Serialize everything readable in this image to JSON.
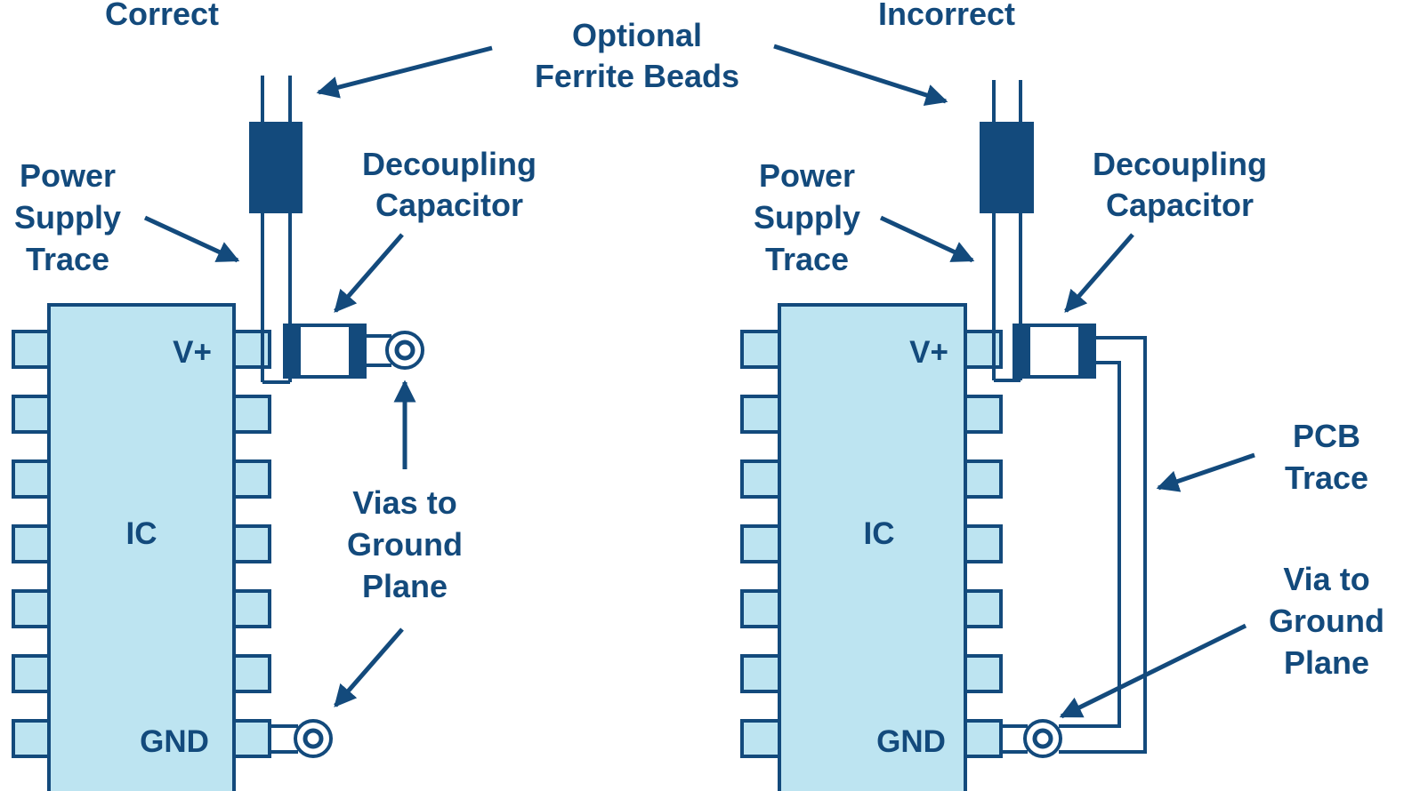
{
  "colors": {
    "outline": "#134a7c",
    "chip_fill": "#bde4f1",
    "background": "#ffffff"
  },
  "headings": {
    "correct": "Correct",
    "incorrect": "Incorrect"
  },
  "ferrite": [
    "Optional",
    "Ferrite Beads"
  ],
  "left": {
    "power_supply": [
      "Power",
      "Supply",
      "Trace"
    ],
    "decoupling": [
      "Decoupling",
      "Capacitor"
    ],
    "vias": [
      "Vias to",
      "Ground",
      "Plane"
    ],
    "chip": {
      "vplus": "V+",
      "ic": "IC",
      "gnd": "GND"
    }
  },
  "right": {
    "power_supply": [
      "Power",
      "Supply",
      "Trace"
    ],
    "decoupling": [
      "Decoupling",
      "Capacitor"
    ],
    "pcb_trace": [
      "PCB",
      "Trace"
    ],
    "via": [
      "Via to",
      "Ground",
      "Plane"
    ],
    "chip": {
      "vplus": "V+",
      "ic": "IC",
      "gnd": "GND"
    }
  }
}
